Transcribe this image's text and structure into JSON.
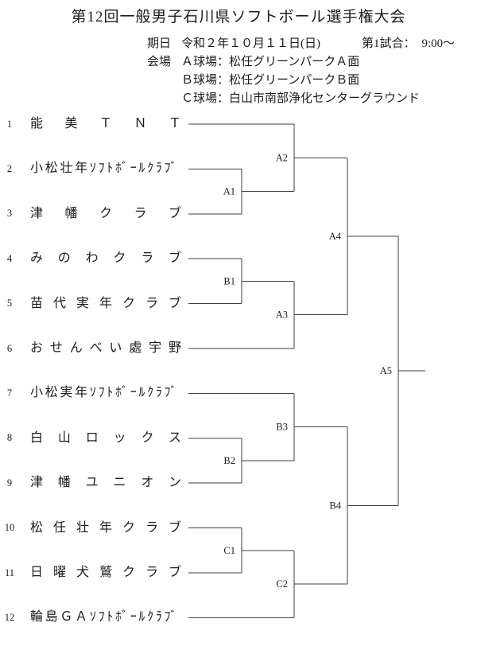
{
  "title": "第12回一般男子石川県ソフトボール選手権大会",
  "info": {
    "date_label": "期日",
    "date_value": "令和２年１０月１１日(日)",
    "first_game_label": "第1試合：",
    "first_game_time": "9:00～",
    "venue_label": "会場",
    "venues": [
      "Ａ球場：松任グリーンパークＡ面",
      "Ｂ球場：松任グリーンパークＢ面",
      "Ｃ球場：白山市南部浄化センターグラウンド"
    ]
  },
  "bracket": {
    "teams": [
      {
        "seed": "1",
        "name": "能美ＴＮＴ"
      },
      {
        "seed": "2",
        "name": "小松壮年ｿﾌﾄﾎﾞｰﾙｸﾗﾌﾞ"
      },
      {
        "seed": "3",
        "name": "津幡クラブ"
      },
      {
        "seed": "4",
        "name": "みのわクラブ"
      },
      {
        "seed": "5",
        "name": "苗代実年クラブ"
      },
      {
        "seed": "6",
        "name": "おせんべい處宇野"
      },
      {
        "seed": "7",
        "name": "小松実年ｿﾌﾄﾎﾞｰﾙｸﾗﾌﾞ"
      },
      {
        "seed": "8",
        "name": "白山ロックス"
      },
      {
        "seed": "9",
        "name": "津幡ユニオン"
      },
      {
        "seed": "10",
        "name": "松任壮年クラブ"
      },
      {
        "seed": "11",
        "name": "日曜犬鷲クラブ"
      },
      {
        "seed": "12",
        "name": "輪島ＧＡｿﾌﾄﾎﾞｰﾙｸﾗﾌﾞ"
      }
    ],
    "matches": [
      {
        "label": "A1",
        "round": 1,
        "top": {
          "type": "team",
          "index": 1
        },
        "bottom": {
          "type": "team",
          "index": 2
        }
      },
      {
        "label": "B1",
        "round": 1,
        "top": {
          "type": "team",
          "index": 3
        },
        "bottom": {
          "type": "team",
          "index": 4
        }
      },
      {
        "label": "B2",
        "round": 1,
        "top": {
          "type": "team",
          "index": 7
        },
        "bottom": {
          "type": "team",
          "index": 8
        }
      },
      {
        "label": "C1",
        "round": 1,
        "top": {
          "type": "team",
          "index": 9
        },
        "bottom": {
          "type": "team",
          "index": 10
        }
      },
      {
        "label": "A2",
        "round": 2,
        "top": {
          "type": "team",
          "index": 0
        },
        "bottom": {
          "type": "match",
          "ref": "A1"
        }
      },
      {
        "label": "A3",
        "round": 2,
        "top": {
          "type": "match",
          "ref": "B1"
        },
        "bottom": {
          "type": "team",
          "index": 5
        }
      },
      {
        "label": "B3",
        "round": 2,
        "top": {
          "type": "team",
          "index": 6
        },
        "bottom": {
          "type": "match",
          "ref": "B2"
        }
      },
      {
        "label": "C2",
        "round": 2,
        "top": {
          "type": "match",
          "ref": "C1"
        },
        "bottom": {
          "type": "team",
          "index": 11
        }
      },
      {
        "label": "A4",
        "round": 3,
        "top": {
          "type": "match",
          "ref": "A2"
        },
        "bottom": {
          "type": "match",
          "ref": "A3"
        }
      },
      {
        "label": "B4",
        "round": 3,
        "top": {
          "type": "match",
          "ref": "B3"
        },
        "bottom": {
          "type": "match",
          "ref": "C2"
        }
      },
      {
        "label": "A5",
        "round": 4,
        "top": {
          "type": "match",
          "ref": "A4"
        },
        "bottom": {
          "type": "match",
          "ref": "B4"
        }
      }
    ]
  }
}
